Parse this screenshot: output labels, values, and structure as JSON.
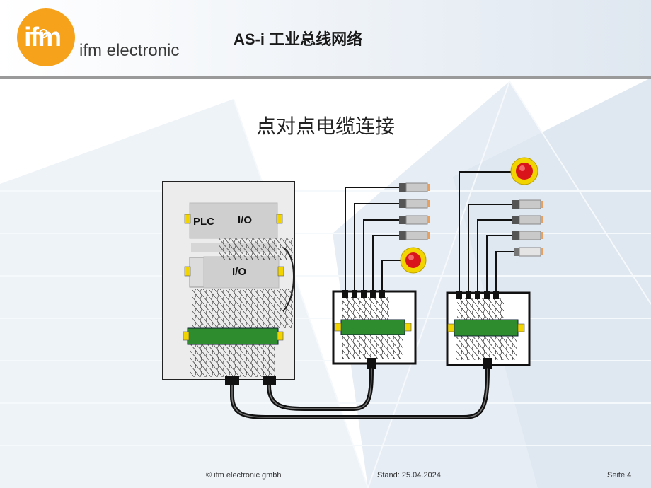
{
  "header": {
    "logo_text": "ifm",
    "brand_text": "ifm electronic",
    "title": "AS-i 工业总线网络"
  },
  "slide": {
    "title": "点对点电缆连接"
  },
  "diagram": {
    "plc_label": "PLC",
    "io_label_1": "I/O",
    "io_label_2": "I/O"
  },
  "footer": {
    "copyright": "©  ifm electronic gmbh",
    "date": "Stand: 25.04.2024",
    "page": "Seite 4"
  },
  "colors": {
    "accent_orange": "#f7a21b",
    "terminal_green": "#2e8b2e",
    "terminal_yellow": "#f2d400",
    "button_red": "#d9141b"
  }
}
